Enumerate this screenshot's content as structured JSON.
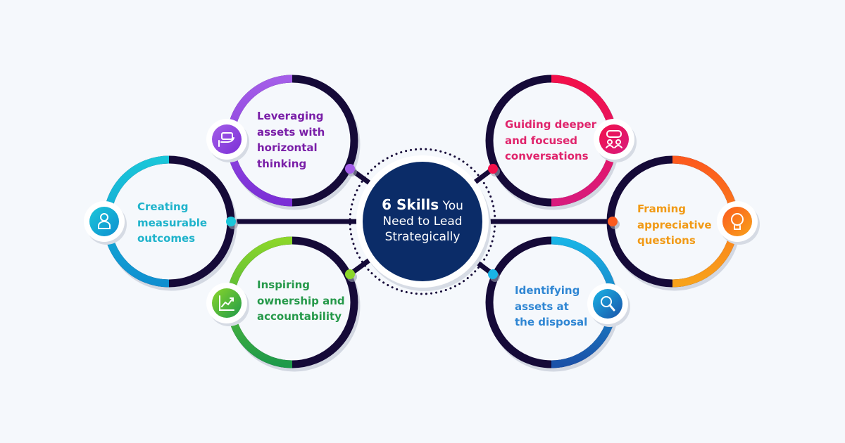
{
  "center": {
    "bold": "6 Skills",
    "rest_line1": " You",
    "line2": "Need to Lead",
    "line3": "Strategically"
  },
  "colors": {
    "dark": "#150a38",
    "navy": "#0b2c68",
    "background": "#f5f8fc"
  },
  "skills": [
    {
      "label": "Leveraging\nassets with\nhorizontal\nthinking",
      "icon": "hand-with-cash-icon",
      "color_a": "#a45ee8",
      "color_b": "#7b2fd6",
      "text_color": "#7a1fa8"
    },
    {
      "label": "Creating\nmeasurable\noutcomes",
      "icon": "person-icon",
      "color_a": "#1ac6d9",
      "color_b": "#0f8fd0",
      "text_color": "#1fb3cb"
    },
    {
      "label": "Inspiring\nownership and\naccountability",
      "icon": "growth-chart-icon",
      "color_a": "#8bd62a",
      "color_b": "#1e9a4a",
      "text_color": "#25994a"
    },
    {
      "label": "Guiding deeper\nand focused\nconversations",
      "icon": "conversation-icon",
      "color_a": "#f2104a",
      "color_b": "#d81b7d",
      "text_color": "#e0246c"
    },
    {
      "label": "Framing\nappreciative\nquestions",
      "icon": "lightbulb-icon",
      "color_a": "#fc5a1e",
      "color_b": "#f8a21b",
      "text_color": "#f19a16"
    },
    {
      "label": "Identifying\nassets at\nthe disposal",
      "icon": "magnifier-icon",
      "color_a": "#19b4e6",
      "color_b": "#1b52a8",
      "text_color": "#2f86d3"
    }
  ]
}
